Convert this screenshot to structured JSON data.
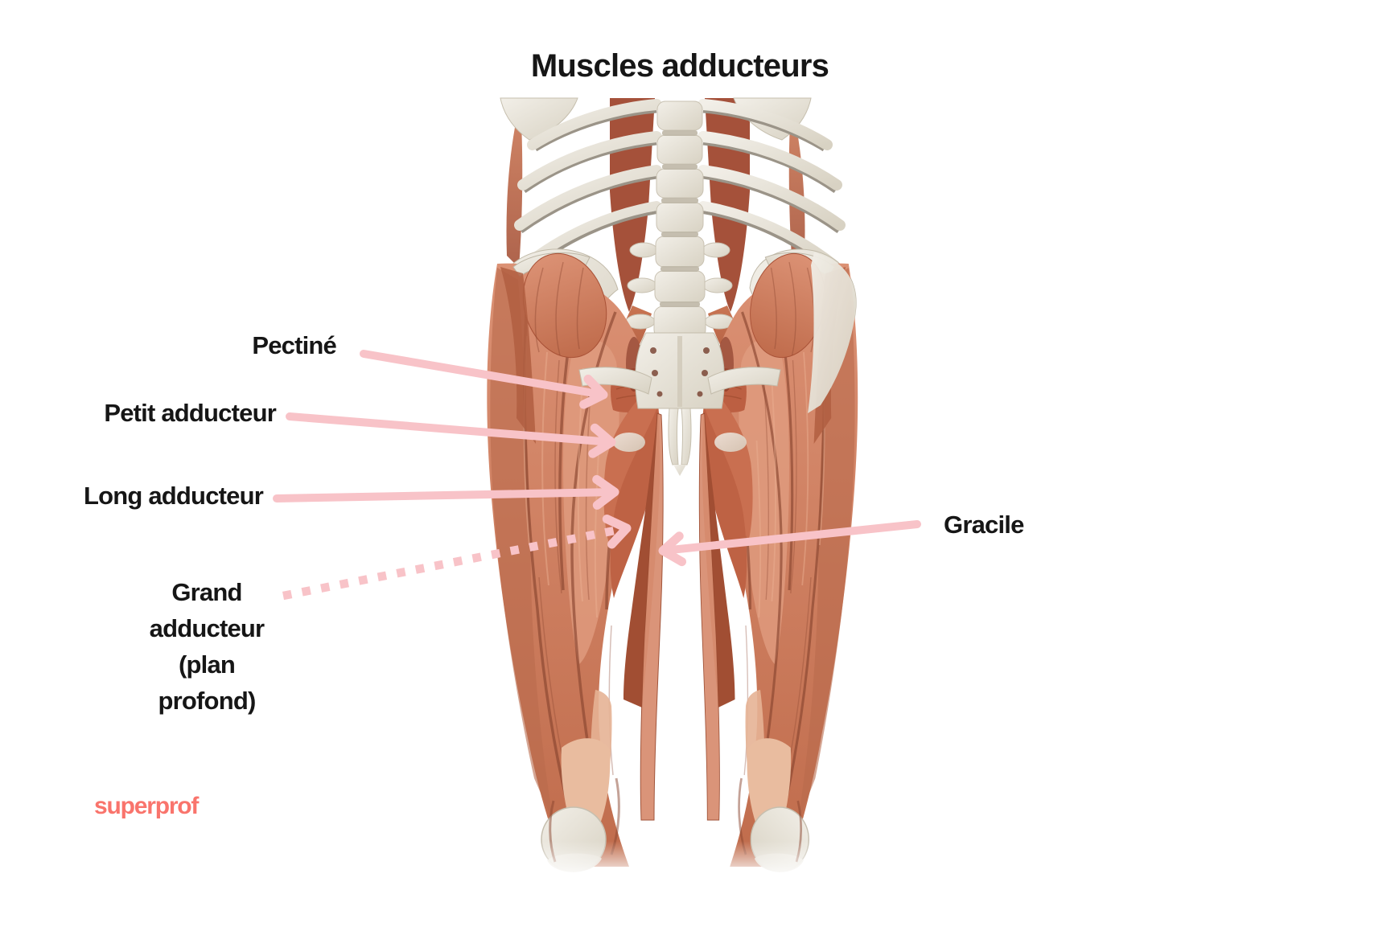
{
  "title": "Muscles adducteurs",
  "annotations": [
    {
      "id": "pectine",
      "label": "Pectiné",
      "arrow_style": "solid"
    },
    {
      "id": "petit-adducteur",
      "label": "Petit adducteur",
      "arrow_style": "solid"
    },
    {
      "id": "long-adducteur",
      "label": "Long adducteur",
      "arrow_style": "solid"
    },
    {
      "id": "grand-adducteur",
      "label": "Grand\nadducteur\n(plan\nprofond)",
      "arrow_style": "dotted"
    },
    {
      "id": "gracile",
      "label": "Gracile",
      "arrow_style": "solid"
    }
  ],
  "watermark": "superprof",
  "colors": {
    "arrow_pink": "#F8C3C8",
    "label_text": "#161616",
    "watermark_coral": "#F9746C",
    "muscle_main": "#CF7E63",
    "muscle_dark": "#A5513A",
    "bone": "#EAE6DB",
    "background": "#FFFFFF"
  }
}
